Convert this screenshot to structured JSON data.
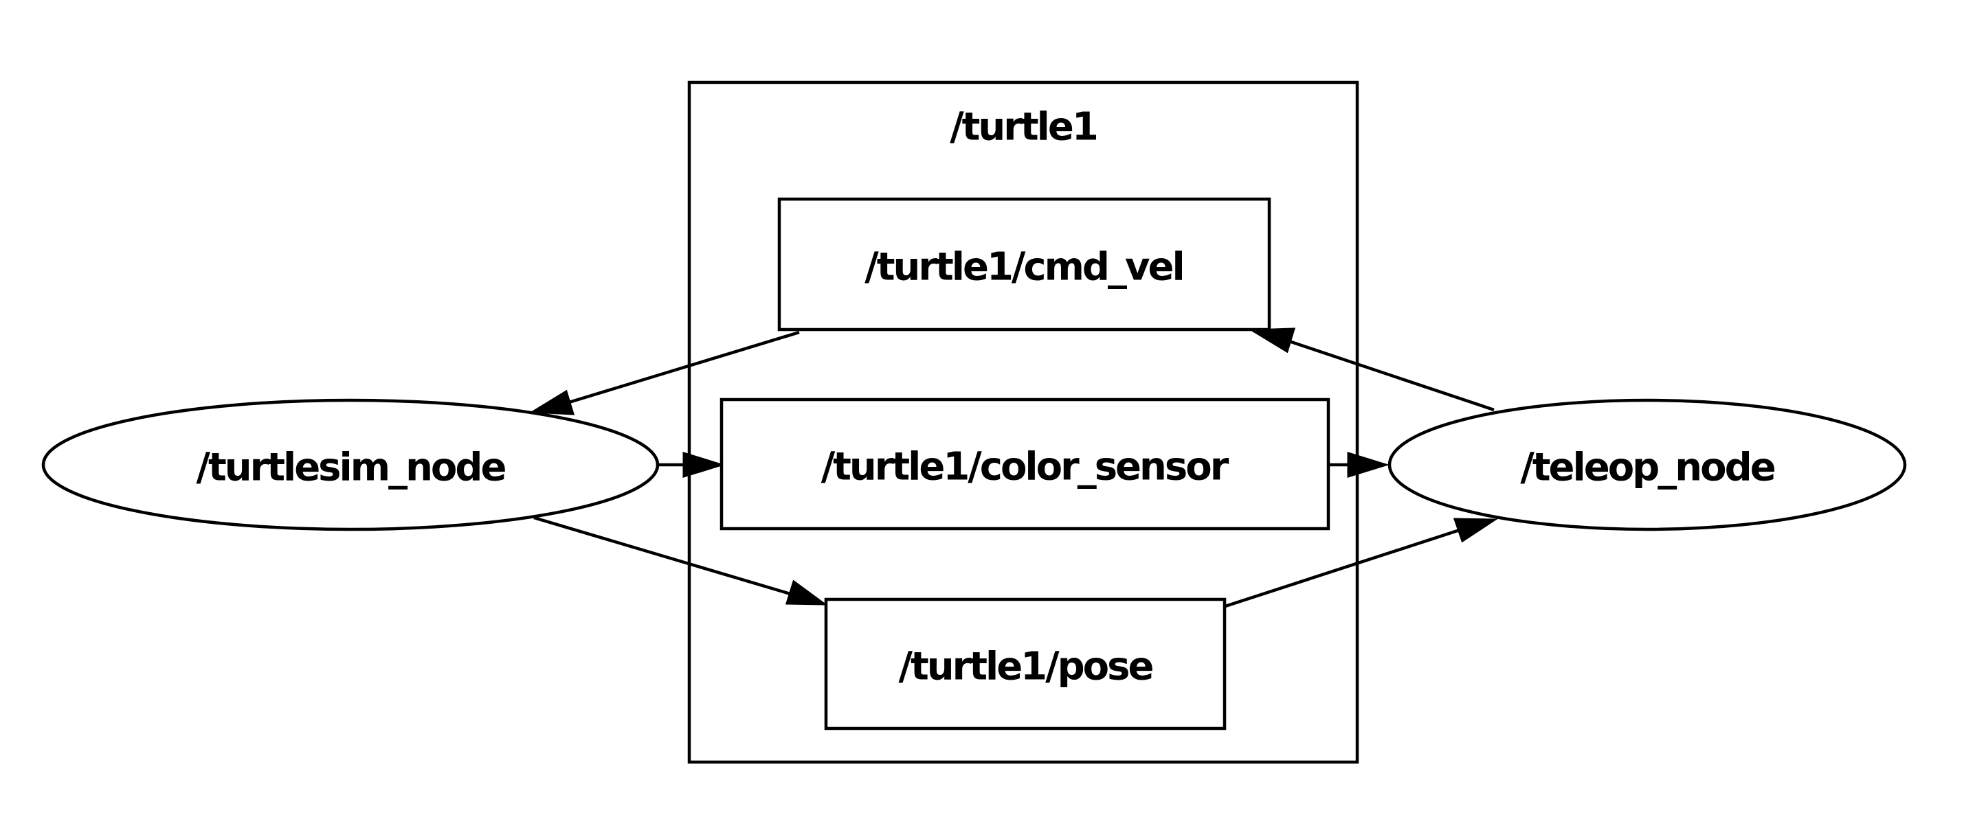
{
  "cluster": {
    "label": "/turtle1"
  },
  "nodes": {
    "turtlesim_node": {
      "label": "/turtlesim_node",
      "shape": "ellipse"
    },
    "teleop_node": {
      "label": "/teleop_node",
      "shape": "ellipse"
    }
  },
  "topics": {
    "cmd_vel": {
      "label": "/turtle1/cmd_vel",
      "shape": "box"
    },
    "color_sensor": {
      "label": "/turtle1/color_sensor",
      "shape": "box"
    },
    "pose": {
      "label": "/turtle1/pose",
      "shape": "box"
    }
  },
  "edges": [
    {
      "from": "/turtle1/cmd_vel",
      "to": "/turtlesim_node"
    },
    {
      "from": "/teleop_node",
      "to": "/turtle1/cmd_vel"
    },
    {
      "from": "/turtlesim_node",
      "to": "/turtle1/color_sensor"
    },
    {
      "from": "/turtle1/color_sensor",
      "to": "/teleop_node"
    },
    {
      "from": "/turtlesim_node",
      "to": "/turtle1/pose"
    },
    {
      "from": "/turtle1/pose",
      "to": "/teleop_node"
    }
  ],
  "colors": {
    "stroke": "#000000",
    "background": "#ffffff"
  }
}
